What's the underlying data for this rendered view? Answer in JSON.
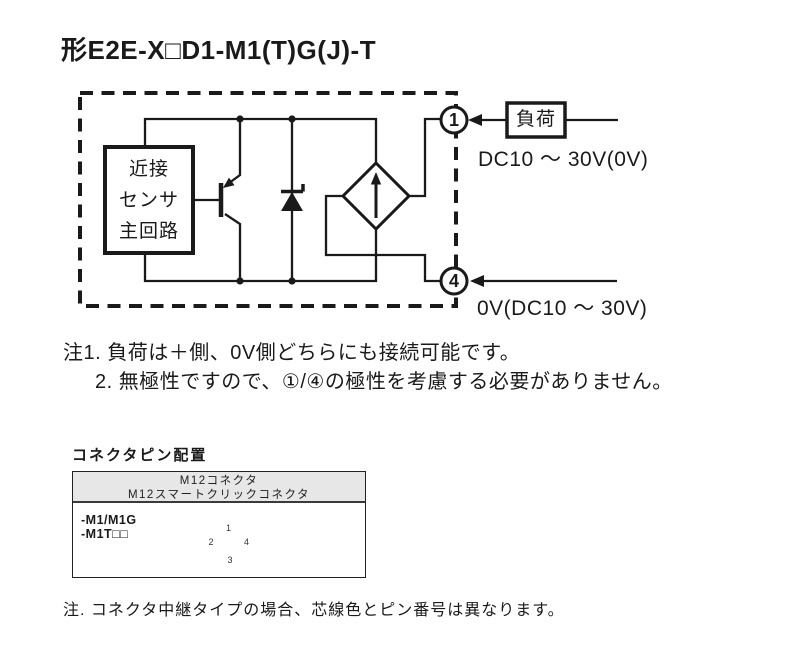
{
  "page": {
    "title": "形E2E-X□D1-M1(T)G(J)-T"
  },
  "circuit": {
    "sensor_box_lines": [
      "近接",
      "センサ",
      "主回路"
    ],
    "load_label": "負荷",
    "terminal_top": "1",
    "terminal_bottom": "4",
    "supply_top_label": "DC10 ～ 30V(0V)",
    "supply_bottom_label": "0V(DC10 ～ 30V)"
  },
  "notes": {
    "line1": "注1. 負荷は＋側、0V側どちらにも接続可能です。",
    "line2": "2. 無極性ですので、①/④の極性を考慮する必要がありません。"
  },
  "connector": {
    "heading": "コネクタピン配置",
    "header_line1": "M12コネクタ",
    "header_line2": "M12スマートクリックコネクタ",
    "row_label_line1": "-M1/M1G",
    "row_label_line2": "-M1T□□",
    "pins": [
      "1",
      "2",
      "4",
      "3"
    ],
    "note": "注. コネクタ中継タイプの場合、芯線色とピン番号は異なります。"
  },
  "colors": {
    "ink": "#1a1a1a",
    "table_header_bg": "#e7e7e7"
  }
}
